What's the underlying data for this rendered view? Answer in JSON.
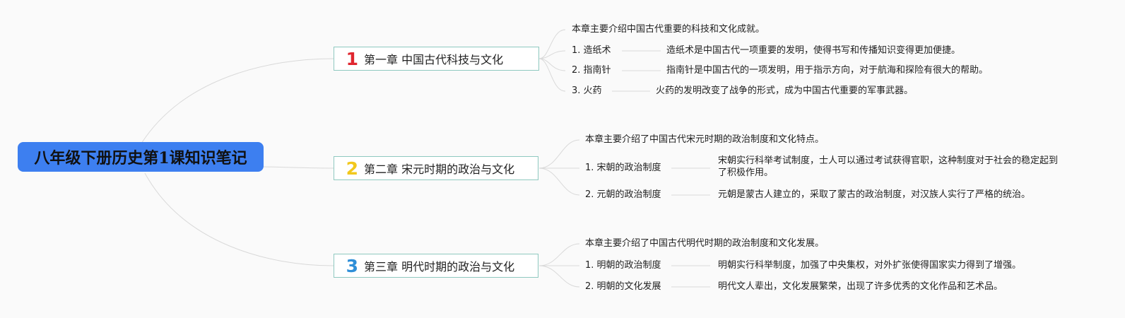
{
  "root": {
    "title": "八年级下册历史第1课知识笔记"
  },
  "chapters": [
    {
      "number": "1",
      "number_color": "#e0262f",
      "title": "第一章 中国古代科技与文化",
      "summary": "本章主要介绍中国古代重要的科技和文化成就。",
      "items": [
        {
          "label": "1. 造纸术",
          "desc": "造纸术是中国古代一项重要的发明，使得书写和传播知识变得更加便捷。"
        },
        {
          "label": "2. 指南针",
          "desc": "指南针是中国古代的一项发明，用于指示方向，对于航海和探险有很大的帮助。"
        },
        {
          "label": "3. 火药",
          "desc": "火药的发明改变了战争的形式，成为中国古代重要的军事武器。"
        }
      ]
    },
    {
      "number": "2",
      "number_color": "#f2c81d",
      "title": "第二章 宋元时期的政治与文化",
      "summary": "本章主要介绍了中国古代宋元时期的政治制度和文化特点。",
      "items": [
        {
          "label": "1. 宋朝的政治制度",
          "desc": "宋朝实行科举考试制度，士人可以通过考试获得官职，这种制度对于社会的稳定起到了积极作用。"
        },
        {
          "label": "2. 元朝的政治制度",
          "desc": "元朝是蒙古人建立的，采取了蒙古的政治制度，对汉族人实行了严格的统治。"
        }
      ]
    },
    {
      "number": "3",
      "number_color": "#2f8fd8",
      "title": "第三章 明代时期的政治与文化",
      "summary": "本章主要介绍了中国古代明代时期的政治制度和文化发展。",
      "items": [
        {
          "label": "1. 明朝的政治制度",
          "desc": "明朝实行科举制度，加强了中央集权，对外扩张使得国家实力得到了增强。"
        },
        {
          "label": "2. 明朝的文化发展",
          "desc": "明代文人辈出，文化发展繁荣，出现了许多优秀的文化作品和艺术品。"
        }
      ]
    }
  ]
}
